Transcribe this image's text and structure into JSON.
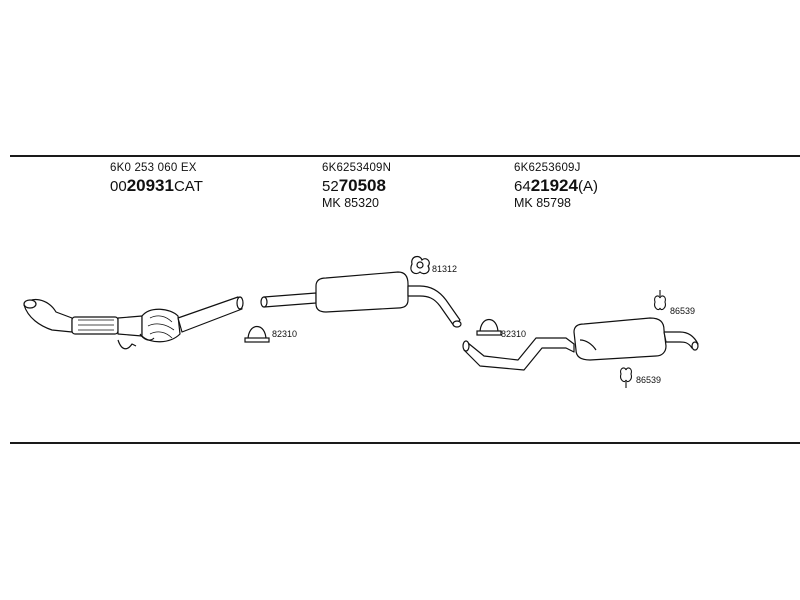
{
  "parts": [
    {
      "code": "6K0 253 060 EX",
      "number_prefix": "00",
      "number_bold": "20931",
      "number_suffix": "CAT",
      "mk": ""
    },
    {
      "code": "6K6253409N",
      "number_prefix": "52",
      "number_bold": "70508",
      "number_suffix": "",
      "mk": "MK 85320"
    },
    {
      "code": "6K6253609J",
      "number_prefix": "64",
      "number_bold": "21924",
      "number_suffix": "(A)",
      "mk": "MK 85798"
    }
  ],
  "fittings": {
    "clamp_1": "82310",
    "hanger": "81312",
    "clamp_2": "82310",
    "mount_1": "86539",
    "mount_2": "86539"
  }
}
